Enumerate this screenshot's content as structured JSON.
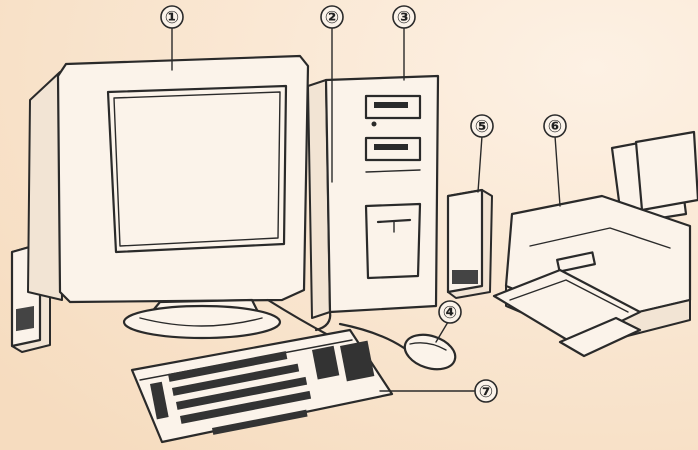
{
  "callouts": {
    "c1": "①",
    "c2": "②",
    "c3": "③",
    "c4": "④",
    "c5": "⑤",
    "c6": "⑥",
    "c7": "⑦"
  }
}
